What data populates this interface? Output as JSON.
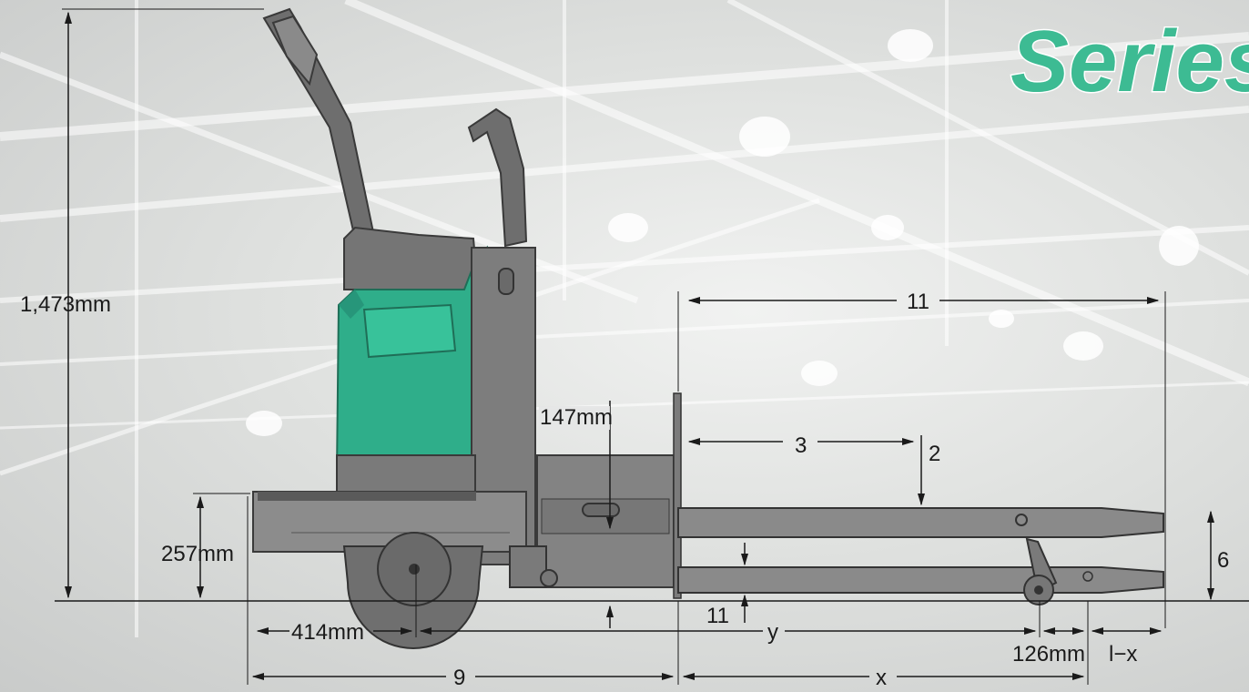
{
  "brand": {
    "series_title": "Series",
    "accent_color": "#3dbb93"
  },
  "dimensions": {
    "overall_height": "1,473mm",
    "platform_height": "257mm",
    "fork_carriage_height": "147mm",
    "fork_length": "11",
    "load_center": "3",
    "fork_thickness": "2",
    "lift_height": "6",
    "lowered_height": "11",
    "platform_length": "414mm",
    "wheelbase_y": "y",
    "load_wheel_offset": "126mm",
    "fork_tip_length": "l−x",
    "head_length": "9",
    "fork_x": "x"
  },
  "colors": {
    "body": "#2fae8a",
    "chassis": "#7b7b7b",
    "dimension_line": "#1a1a1a"
  }
}
